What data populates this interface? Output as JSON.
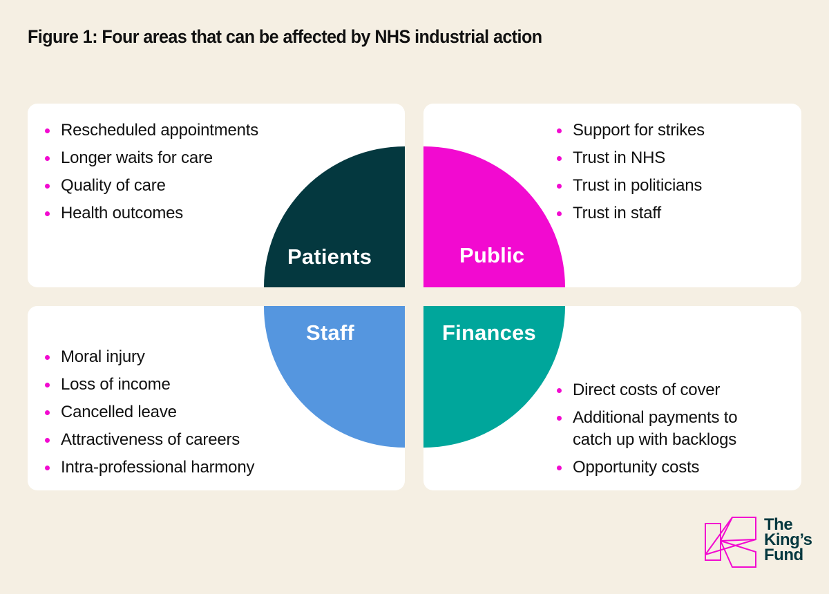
{
  "title": "Figure 1: Four areas that can be affected by NHS industrial action",
  "colors": {
    "background": "#f5efe3",
    "card": "#ffffff",
    "bullet": "#f20ad0",
    "patients": "#04383f",
    "public": "#f20ad0",
    "staff": "#5596df",
    "finances": "#00a69b",
    "logo_text": "#04383f",
    "logo_mark": "#f20ad0"
  },
  "quadrants": {
    "patients": {
      "label": "Patients",
      "items": [
        "Rescheduled appointments",
        "Longer waits for care",
        "Quality of care",
        "Health outcomes"
      ]
    },
    "public": {
      "label": "Public",
      "items": [
        "Support for strikes",
        "Trust in NHS",
        "Trust in politicians",
        "Trust in staff"
      ]
    },
    "staff": {
      "label": "Staff",
      "items": [
        "Moral injury",
        "Loss of income",
        "Cancelled leave",
        "Attractiveness of careers",
        "Intra-professional harmony"
      ]
    },
    "finances": {
      "label": "Finances",
      "items": [
        "Direct costs of cover",
        "Additional payments to catch up with backlogs",
        "Opportunity costs"
      ]
    }
  },
  "logo": {
    "line1": "The",
    "line2": "King’s",
    "line3": "Fund"
  }
}
